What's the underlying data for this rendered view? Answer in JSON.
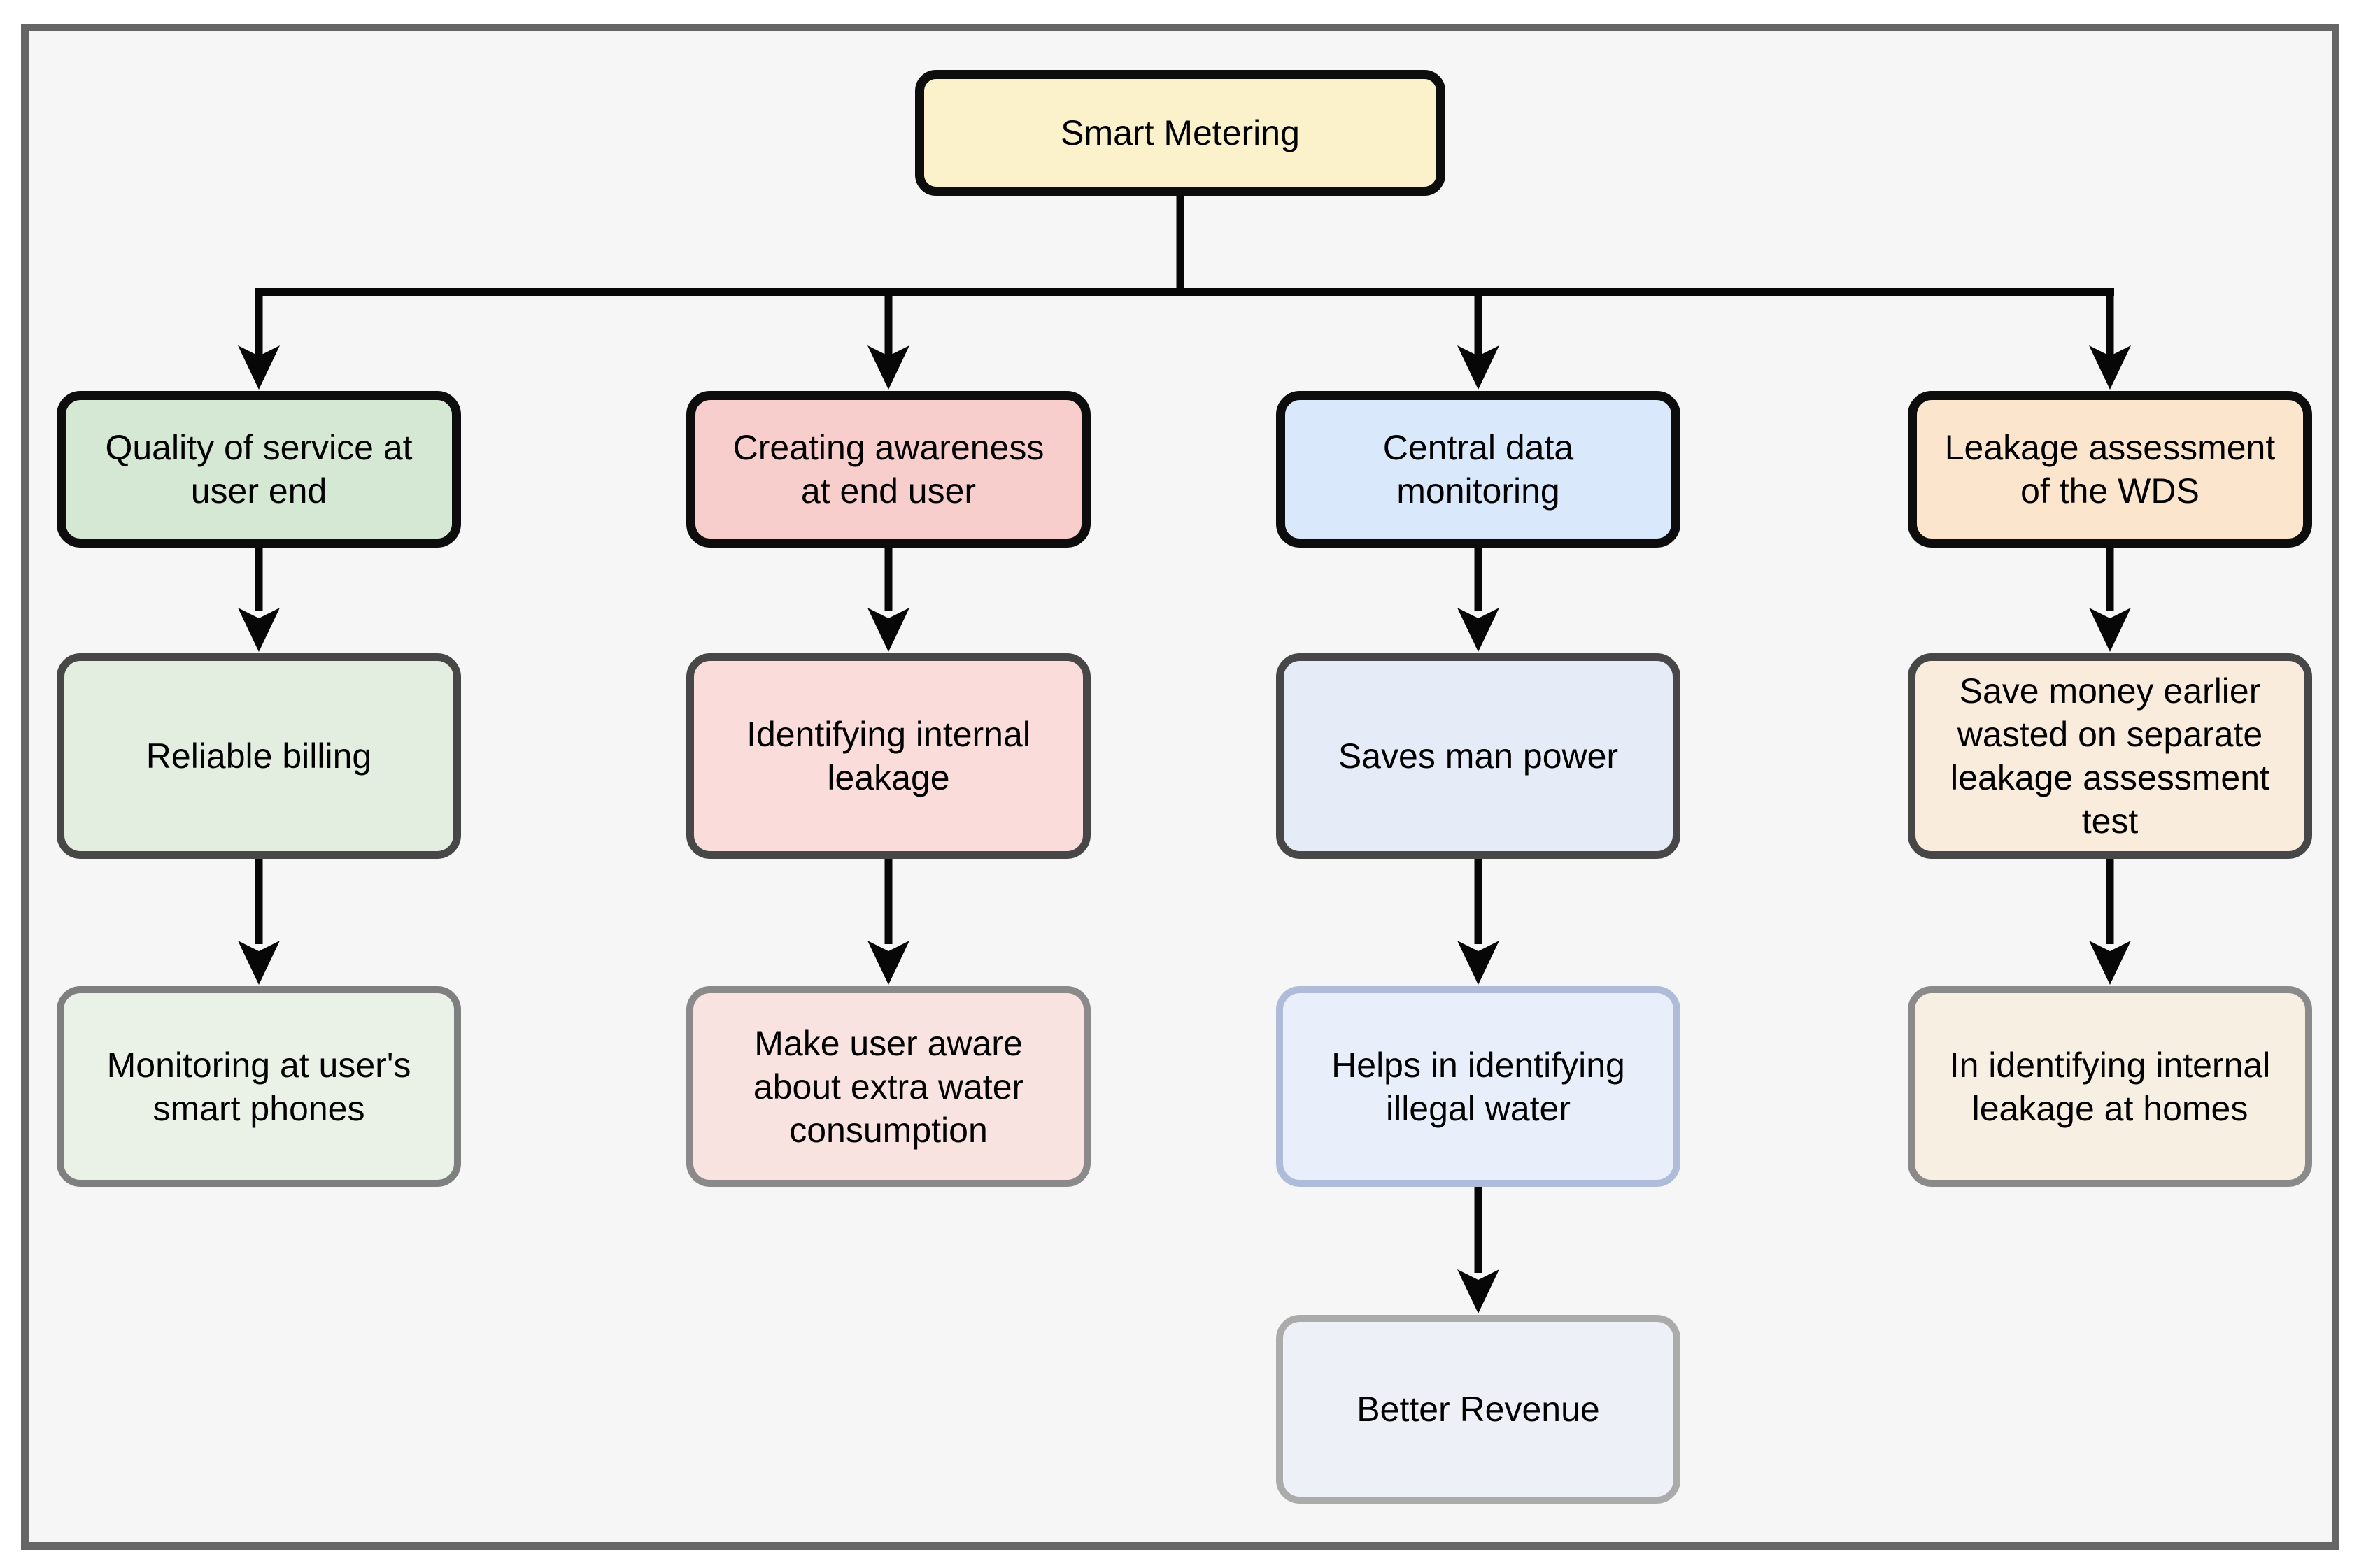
{
  "canvas": {
    "page_background": "#FFFFFF",
    "panel_background": "#F5F6F5",
    "frame_border_color": "#666666",
    "connector_color": "#070707"
  },
  "nodes": {
    "root": {
      "label": "Smart Metering",
      "fill": "#FBF2CC",
      "border": "#0D0D0D"
    },
    "quality1": {
      "label": "Quality of service at user end",
      "fill": "#D5E8D4",
      "border": "#0D0D0D"
    },
    "quality2": {
      "label": "Reliable billing",
      "fill": "#E3EEE1",
      "border": "#474747"
    },
    "quality3": {
      "label": "Monitoring at user's smart phones",
      "fill": "#EAF2E8",
      "border": "#7F7F7F"
    },
    "awareness1": {
      "label": "Creating awareness at end user",
      "fill": "#F8CECC",
      "border": "#0D0D0D"
    },
    "awareness2": {
      "label": "Identifying internal leakage",
      "fill": "#FADCDA",
      "border": "#474747"
    },
    "awareness3": {
      "label": "Make user aware about extra water consumption",
      "fill": "#F9E3E0",
      "border": "#8A8A8A"
    },
    "central1": {
      "label": "Central data monitoring",
      "fill": "#DAE8FC",
      "border": "#0D0D0D"
    },
    "central2": {
      "label": "Saves man power",
      "fill": "#E5ECF8",
      "border": "#474747"
    },
    "central3": {
      "label": "Helps in identifying illegal water",
      "fill": "#E9EFFA",
      "border": "#AEBBD9"
    },
    "central4": {
      "label": "Better Revenue",
      "fill": "#EDF0F6",
      "border": "#ABABAB"
    },
    "leakage1": {
      "label": "Leakage assessment of the WDS",
      "fill": "#FCE5CD",
      "border": "#0D0D0D"
    },
    "leakage2": {
      "label": "Save money earlier wasted on separate leakage assessment test",
      "fill": "#F9ECDC",
      "border": "#474747"
    },
    "leakage3": {
      "label": "In identifying internal leakage at homes",
      "fill": "#F8EFE3",
      "border": "#8A8A8A"
    }
  }
}
